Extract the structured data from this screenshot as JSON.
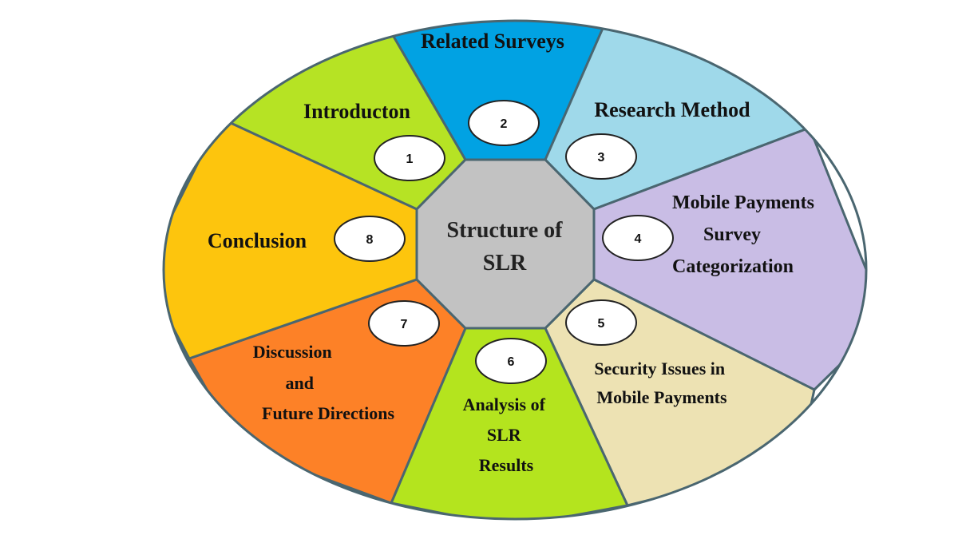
{
  "center": {
    "title_line1": "Structure of",
    "title_line2": "SLR",
    "color": "#c2c2c2"
  },
  "sections": [
    {
      "number": "1",
      "label_lines": [
        "Introducton"
      ],
      "color": "#b6e324"
    },
    {
      "number": "2",
      "label_lines": [
        "Related Surveys"
      ],
      "color": "#01a2e3"
    },
    {
      "number": "3",
      "label_lines": [
        "Research Method"
      ],
      "color": "#9fd9ea"
    },
    {
      "number": "4",
      "label_lines": [
        "Mobile Payments",
        "Survey",
        "Categorization"
      ],
      "color": "#c9bde5"
    },
    {
      "number": "5",
      "label_lines": [
        "Security Issues in",
        "Mobile Payments"
      ],
      "color": "#ede2b3"
    },
    {
      "number": "6",
      "label_lines": [
        "Analysis of",
        "SLR",
        "Results"
      ],
      "color": "#b4e41e"
    },
    {
      "number": "7",
      "label_lines": [
        "Discussion",
        "and",
        "Future Directions"
      ],
      "color": "#fd8127"
    },
    {
      "number": "8",
      "label_lines": [
        "Conclusion"
      ],
      "color": "#fdc50d"
    }
  ],
  "outline_color": "#4a6670"
}
